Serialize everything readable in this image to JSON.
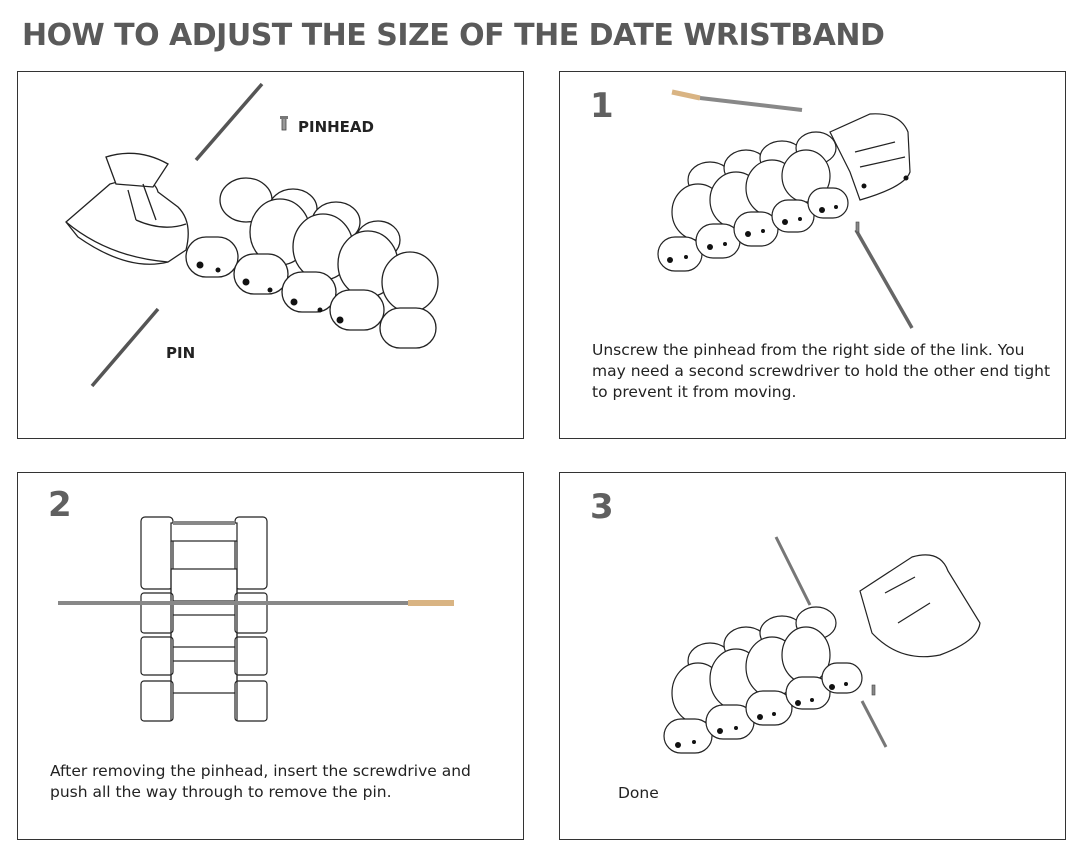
{
  "title": "HOW TO ADJUST THE SIZE OF THE DATE WRISTBAND",
  "colors": {
    "title": "#5a5a5a",
    "outline": "#222222",
    "pin_metal": "#8a8a8a",
    "screwdriver_tip": "#d9b483"
  },
  "panels": [
    {
      "step": "",
      "labels": {
        "pinhead": "PINHEAD",
        "pin": "PIN"
      },
      "description": ""
    },
    {
      "step": "1",
      "description": "Unscrew the pinhead from the right side of the link. You may need a second screwdriver to hold the other end tight to prevent it from moving."
    },
    {
      "step": "2",
      "description": "After removing the pinhead, insert the screwdrive and push all the way through to remove the pin."
    },
    {
      "step": "3",
      "description": "Done"
    }
  ]
}
